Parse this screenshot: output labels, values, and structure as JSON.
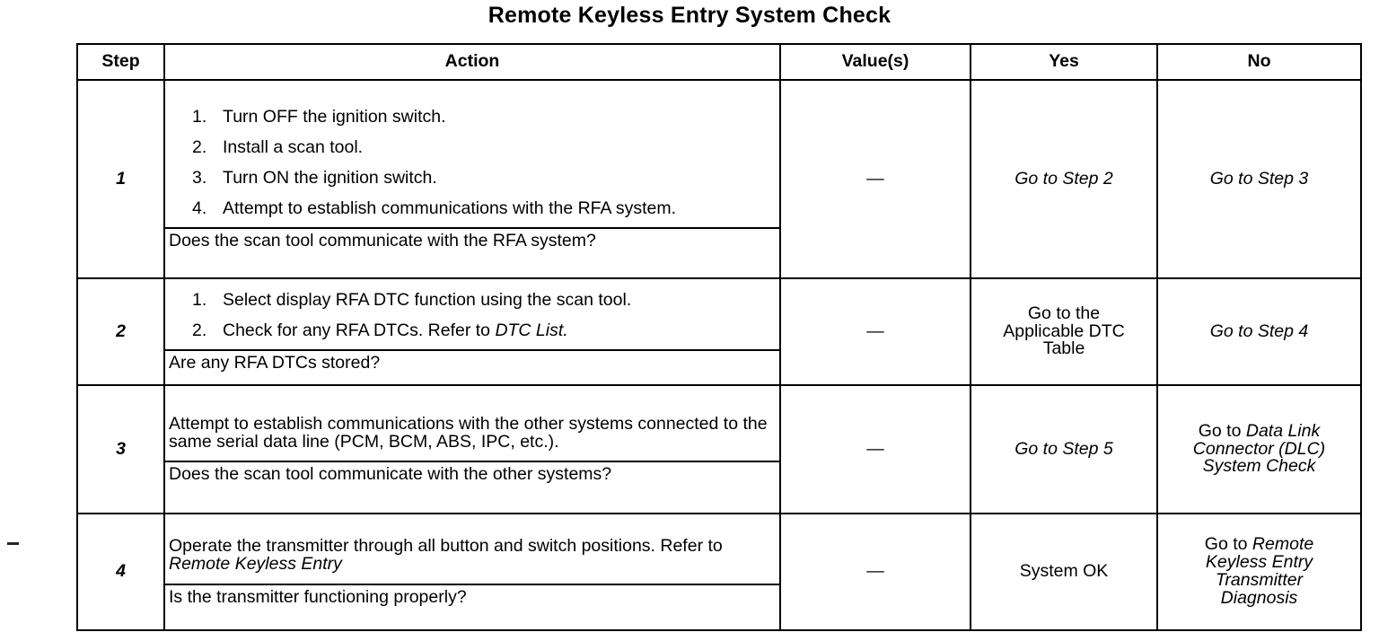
{
  "document": {
    "title": "Remote Keyless Entry System Check"
  },
  "table": {
    "headers": {
      "step": "Step",
      "action": "Action",
      "values": "Value(s)",
      "yes": "Yes",
      "no": "No"
    },
    "rows": [
      {
        "step": "1",
        "action_steps": [
          {
            "num": "1.",
            "text": "Turn OFF the ignition switch."
          },
          {
            "num": "2.",
            "text": "Install a scan tool."
          },
          {
            "num": "3.",
            "text": "Turn ON the ignition switch."
          },
          {
            "num": "4.",
            "text": "Attempt to establish communications with the RFA system."
          }
        ],
        "question": "Does the scan tool communicate with the RFA system?",
        "value": "—",
        "yes": "Go to Step 2",
        "yes_italic": "Go to Step 2",
        "no": "Go to Step 3",
        "no_plain": "",
        "no_italic": "Go to Step 3"
      },
      {
        "step": "2",
        "action_steps": [
          {
            "num": "1.",
            "text": "Select display RFA DTC function using the scan tool.",
            "text_plain": "Select display RFA DTC function using the scan tool.",
            "text_italic": ""
          },
          {
            "num": "2.",
            "text": "Check for any RFA DTCs. Refer to DTC List.",
            "text_plain": "Check for any RFA DTCs. Refer to ",
            "text_italic": "DTC List."
          }
        ],
        "question": "Are any RFA DTCs stored?",
        "value": "—",
        "yes_line1": "Go to the",
        "yes_line2": "Applicable DTC",
        "yes_line3": "Table",
        "no_plain": "",
        "no_italic": "Go to Step 4"
      },
      {
        "step": "3",
        "action_paragraph": "Attempt to establish communications with the other systems connected to the same serial data line (PCM, BCM, ABS, IPC, etc.).",
        "question": "Does the scan tool communicate with the other systems?",
        "value": "—",
        "yes_italic": "Go to Step 5",
        "no_plain": "Go to ",
        "no_italic_line1": "Data Link",
        "no_italic_line2": "Connector (DLC)",
        "no_italic_line3": "System Check"
      },
      {
        "step": "4",
        "action_paragraph_plain": "Operate the transmitter through all button and switch positions. Refer to ",
        "action_paragraph_italic": "Remote Keyless Entry",
        "question": "Is the transmitter functioning properly?",
        "value": "—",
        "yes_plain": "System OK",
        "no_plain": "Go to ",
        "no_italic_line1": "Remote",
        "no_italic_line2": "Keyless Entry",
        "no_italic_line3": "Transmitter",
        "no_italic_line4": "Diagnosis"
      }
    ]
  }
}
